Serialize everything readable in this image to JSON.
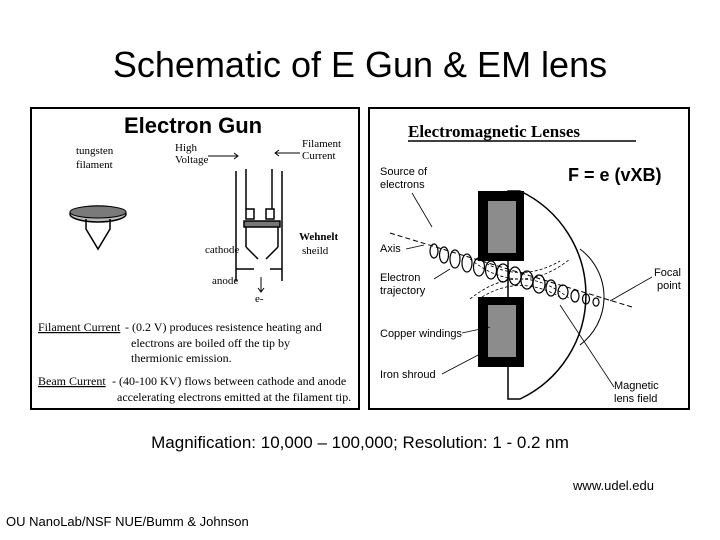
{
  "slide": {
    "title": "Schematic of E Gun & EM lens",
    "caption": "Magnification: 10,000 – 100,000; Resolution: 1 - 0.2 nm",
    "source": "www.udel.edu",
    "credit": "OU NanoLab/NSF NUE/Bumm & Johnson"
  },
  "gun": {
    "heading": "Electron Gun",
    "labels": {
      "tungsten": "tungsten",
      "filament": "filament",
      "high": "High",
      "voltage": "Voltage",
      "filament_label": "Filament",
      "current": "Current",
      "cathode": "cathode",
      "wehnelt": "Wehnelt",
      "sheild": "sheild",
      "anode": "anode",
      "electron": "e-"
    },
    "notes": {
      "filament_current_term": "Filament Current",
      "filament_current_text": "- (0.2 V) produces resistence heating and",
      "filament_current_line2": "electrons are boiled off the tip by",
      "filament_current_line3": "thermionic emission.",
      "beam_current_term": "Beam Current",
      "beam_current_text": "- (40-100 KV) flows between cathode and anode",
      "beam_current_line2": "accelerating electrons emitted at the filament tip."
    }
  },
  "lens": {
    "heading": "Electromagnetic Lenses",
    "formula": "F = e (vXB)",
    "labels": {
      "source1": "Source of",
      "source2": "electrons",
      "axis": "Axis",
      "traj1": "Electron",
      "traj2": "trajectory",
      "focal1": "Focal",
      "focal2": "point",
      "copper": "Copper windings",
      "iron": "Iron shroud",
      "mag1": "Magnetic",
      "mag2": "lens field"
    }
  }
}
